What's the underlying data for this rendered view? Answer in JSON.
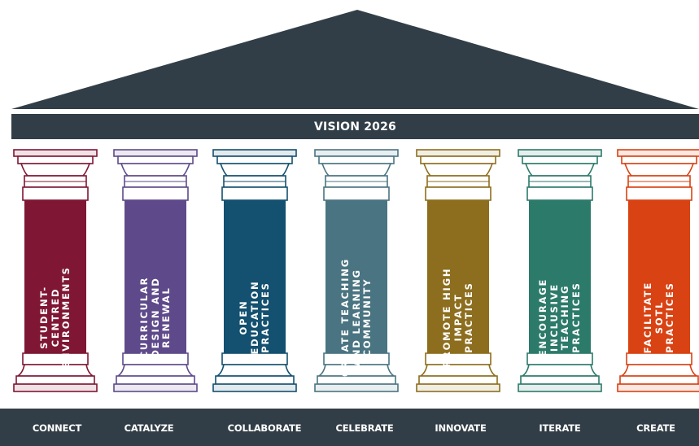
{
  "banner": {
    "title": "VISION 2026"
  },
  "colors": {
    "roof": "#323e47",
    "base": "#323e47"
  },
  "pillars": [
    {
      "text": "STUDENT-\nCENTRED\nENVIRONMENTS",
      "color": "#7f1734",
      "value": "CONNECT"
    },
    {
      "text": "CURRICULAR\nDESIGN AND\nRENEWAL",
      "color": "#5e4a8a",
      "value": "CATALYZE"
    },
    {
      "text": "OPEN\nEDUCATION\nPRACTICES",
      "color": "#14506f",
      "value": "COLLABORATE"
    },
    {
      "text": "CREATE TEACHING\nAND LEARNING\nCOMMUNITY",
      "color": "#4a7481",
      "value": "CELEBRATE"
    },
    {
      "text": "PROMOTE HIGH\nIMPACT\nPRACTICES",
      "color": "#8d6e1e",
      "value": "INNOVATE"
    },
    {
      "text": "ENCOURAGE\nINCLUSIVE\nTEACHING\nPRACTICES",
      "color": "#2c7a6a",
      "value": "ITERATE"
    },
    {
      "text": "FACILITATE\nSOTL\nPRACTICES",
      "color": "#d94213",
      "value": "CREATE"
    }
  ]
}
